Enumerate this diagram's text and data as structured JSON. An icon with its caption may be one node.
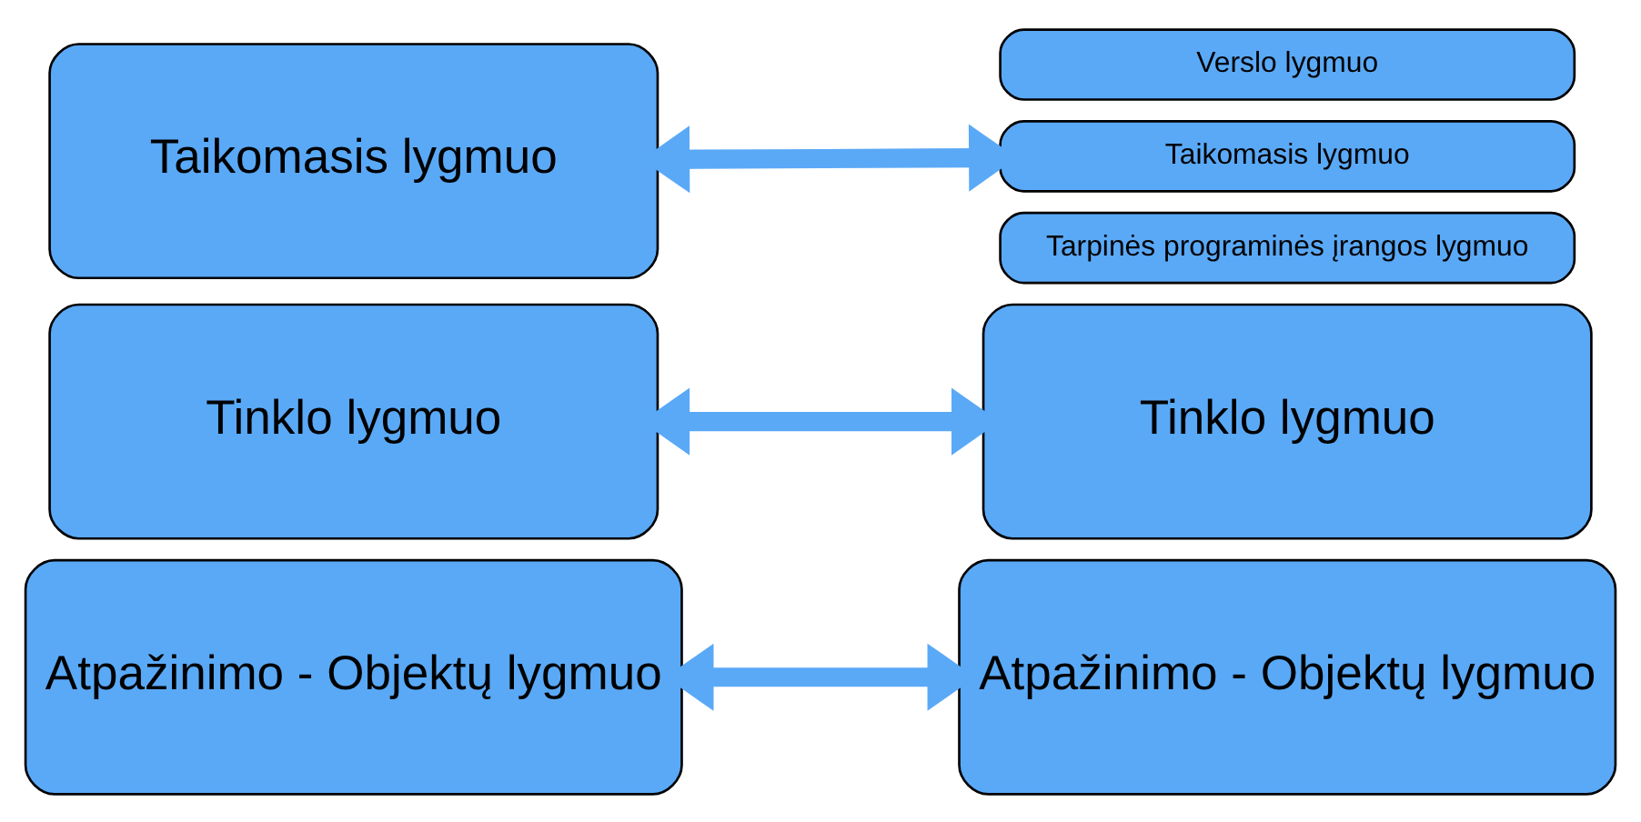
{
  "diagram": {
    "nodes": [
      {
        "text": [
          "Taikomasis lygmuo"
        ]
      },
      {
        "text": [
          "Verslo lygmuo"
        ]
      },
      {
        "text": [
          "Taikomasis lygmuo"
        ]
      },
      {
        "text": [
          "Tarpinės programinės įrangos lygmuo"
        ]
      },
      {
        "text": [
          "Tinklo lygmuo"
        ]
      },
      {
        "text": [
          "Tinklo lygmuo"
        ]
      },
      {
        "text": [
          "Atpažinimo - Objektų lygmuo"
        ]
      },
      {
        "text": [
          "Atpažinimo - Objektų lygmuo"
        ]
      }
    ],
    "edges": [
      {
        "from": 0,
        "to": 2,
        "arrow": "both"
      },
      {
        "from": 4,
        "to": 5,
        "arrow": "both"
      },
      {
        "from": 6,
        "to": 7,
        "arrow": "both"
      }
    ]
  }
}
